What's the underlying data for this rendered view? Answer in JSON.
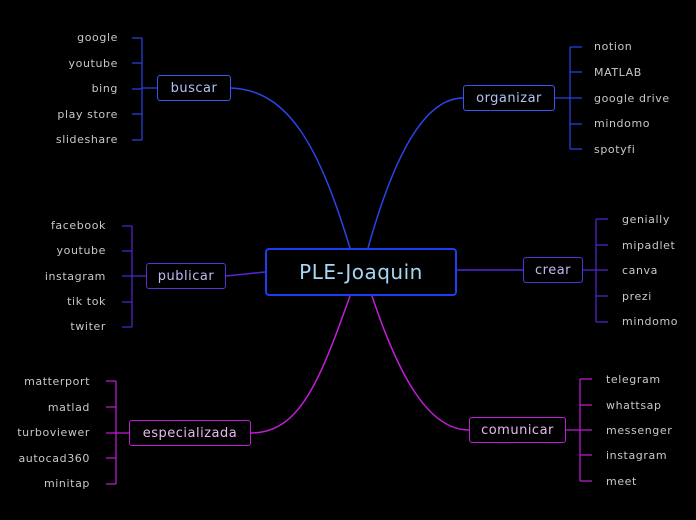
{
  "center": {
    "label": "PLE-Joaquin"
  },
  "colors": {
    "blue": "#2a44e8",
    "purple": "#5427d4",
    "magenta": "#c01ed6"
  },
  "branches": [
    {
      "id": "buscar",
      "label": "buscar",
      "color": "blue",
      "leaves": [
        "google",
        "youtube",
        "bing",
        "play store",
        "slideshare"
      ]
    },
    {
      "id": "publicar",
      "label": "publicar",
      "color": "purple",
      "leaves": [
        "facebook",
        "youtube",
        "instagram",
        "tik tok",
        "twiter"
      ]
    },
    {
      "id": "especializada",
      "label": "especializada",
      "color": "magenta",
      "leaves": [
        "matterport",
        "matlad",
        "turboviewer",
        "autocad360",
        "minitap"
      ]
    },
    {
      "id": "organizar",
      "label": "organizar",
      "color": "blue",
      "leaves": [
        "notion",
        "MATLAB",
        "google drive",
        "mindomo",
        "spotyfi"
      ]
    },
    {
      "id": "crear",
      "label": "crear",
      "color": "purple",
      "leaves": [
        "genially",
        "mipadlet",
        "canva",
        "prezi",
        "mindomo"
      ]
    },
    {
      "id": "comunicar",
      "label": "comunicar",
      "color": "magenta",
      "leaves": [
        "telegram",
        "whattsap",
        "messenger",
        "instagram",
        "meet"
      ]
    }
  ]
}
